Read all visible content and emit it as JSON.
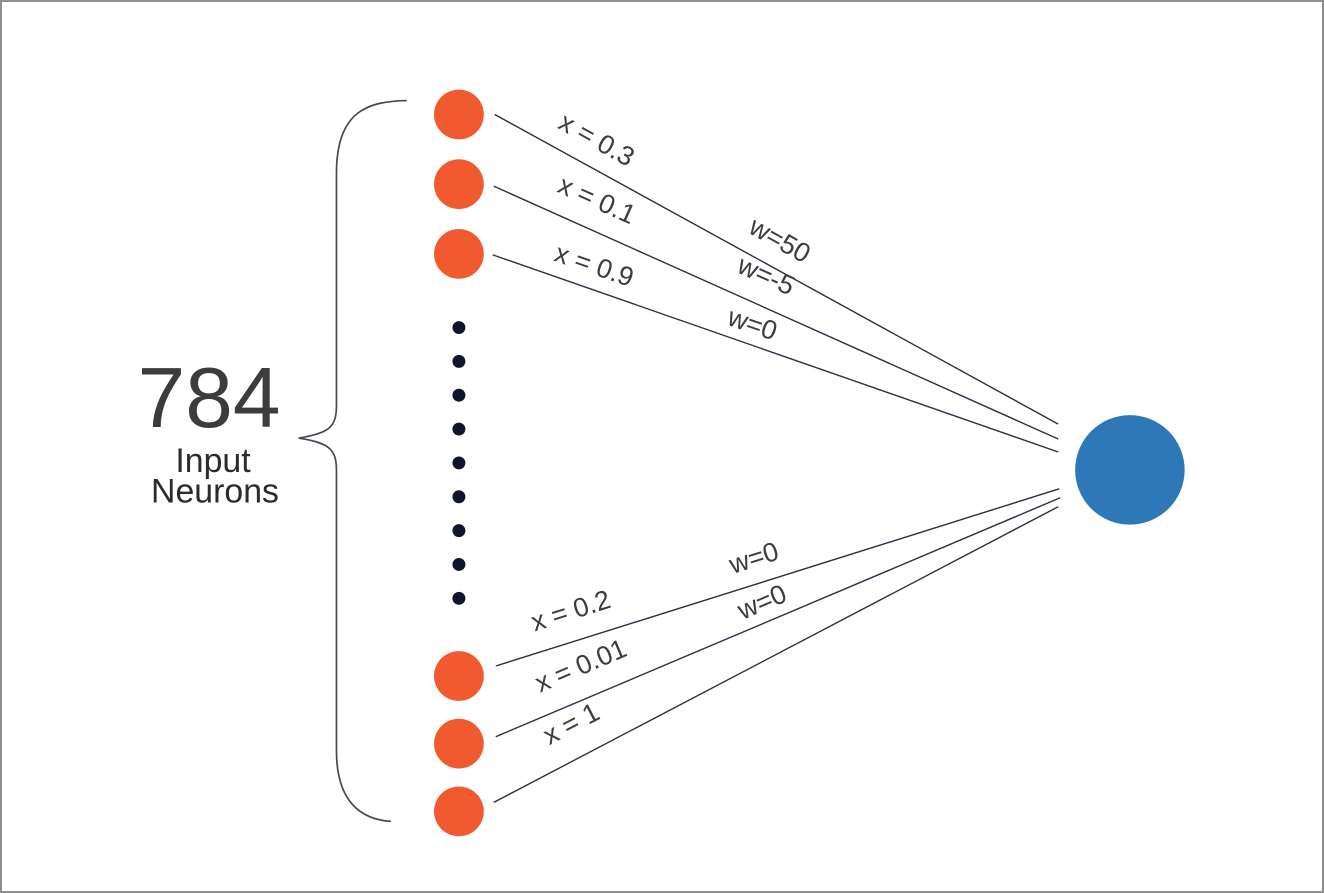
{
  "figure": {
    "type": "neural-network-diagram",
    "background": "#ffffff",
    "border_color": "#8f8f8f",
    "colors": {
      "input_neuron": "#F15A2E",
      "output_neuron": "#2E78B8",
      "ellipsis_dot": "#10152A",
      "connection_line": "#2C2F45",
      "brace": "#4A4653",
      "count_text": "#231F20"
    },
    "input_group": {
      "count": "784",
      "caption_line1": "Input",
      "caption_line2": "Neurons",
      "visible_neurons": 6,
      "ellipsis_dots": 9
    },
    "connections": [
      {
        "x": 0.3,
        "w": 50,
        "x_label": "x = 0.3",
        "w_label": "w=50"
      },
      {
        "x": 0.1,
        "w": -5,
        "x_label": "x = 0.1",
        "w_label": "w=-5"
      },
      {
        "x": 0.9,
        "w": 0,
        "x_label": "x = 0.9",
        "w_label": "w=0"
      },
      {
        "x": 0.2,
        "w": 0,
        "x_label": "x = 0.2",
        "w_label": "w=0"
      },
      {
        "x": 0.01,
        "w": 0,
        "x_label": "x = 0.01",
        "w_label": "w=0"
      },
      {
        "x": 1,
        "x_label": "x = 1"
      }
    ]
  }
}
